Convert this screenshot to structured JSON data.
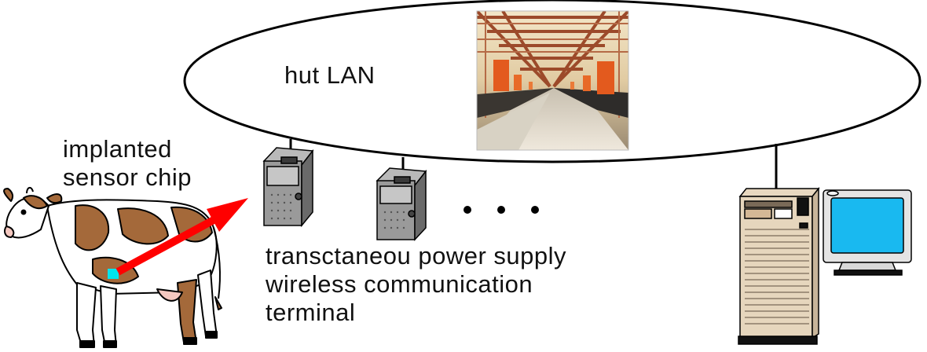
{
  "diagram": {
    "lan_label": "hut LAN",
    "chip_label_line1": "implanted",
    "chip_label_line2": "sensor chip",
    "terminal_label_line1": "transctaneou power supply",
    "terminal_label_line2": "wireless communication",
    "terminal_label_line3": "terminal",
    "icons": [
      "cow-icon",
      "sensor-chip-icon",
      "arrow-icon",
      "wireless-terminal-icon",
      "barn-photo",
      "server-tower-icon",
      "monitor-icon",
      "ellipsis-dots"
    ],
    "colors": {
      "arrow": "#ff0000",
      "chip": "#00e5ee",
      "cow_spots": "#a4693a",
      "screen": "#19b9f0",
      "outline": "#000000"
    }
  }
}
